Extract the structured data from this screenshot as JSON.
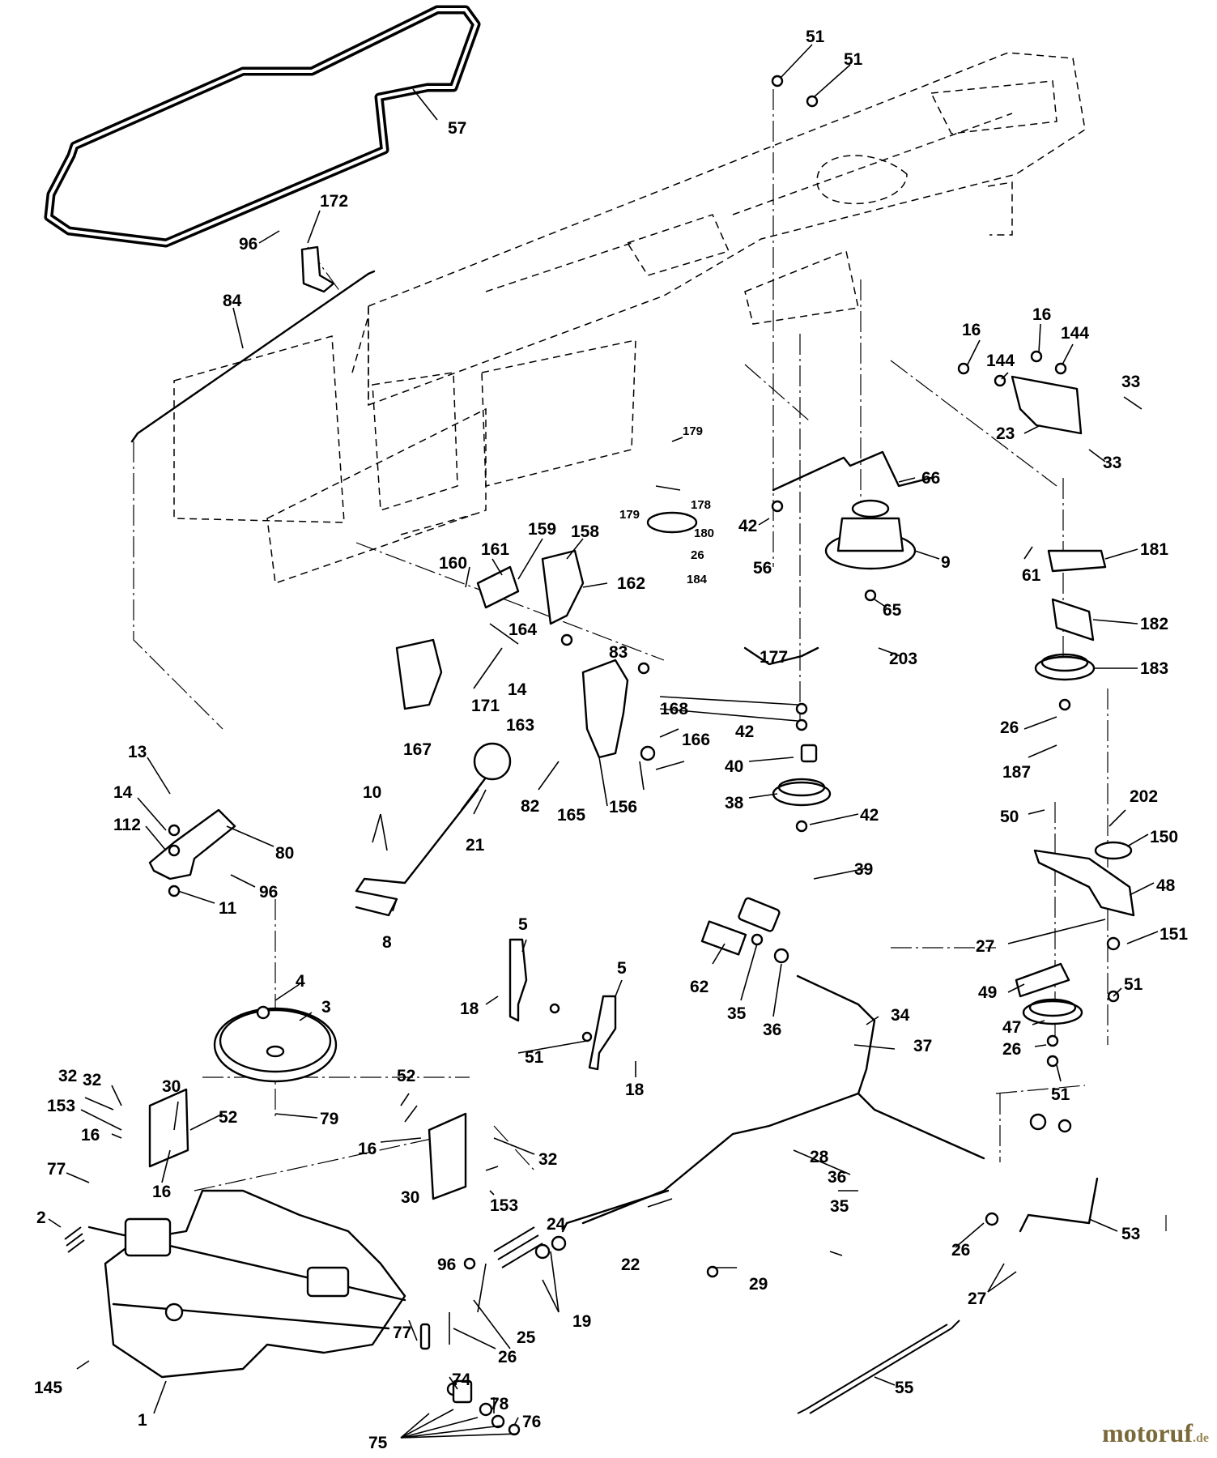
{
  "callouts": [
    "57",
    "51",
    "51",
    "172",
    "96",
    "84",
    "16",
    "16",
    "144",
    "144",
    "33",
    "23",
    "33",
    "179",
    "178",
    "179",
    "180",
    "26",
    "184",
    "66",
    "42",
    "56",
    "9",
    "181",
    "61",
    "159",
    "161",
    "158",
    "160",
    "162",
    "164",
    "14",
    "83",
    "171",
    "163",
    "65",
    "203",
    "182",
    "183",
    "177",
    "42",
    "40",
    "38",
    "42",
    "39",
    "26",
    "187",
    "168",
    "166",
    "167",
    "82",
    "165",
    "156",
    "21",
    "10",
    "8",
    "13",
    "14",
    "112",
    "80",
    "96",
    "11",
    "202",
    "50",
    "150",
    "48",
    "27",
    "151",
    "62",
    "35",
    "36",
    "5",
    "5",
    "18",
    "51",
    "18",
    "49",
    "51",
    "47",
    "26",
    "51",
    "34",
    "37",
    "4",
    "3",
    "79",
    "32",
    "32",
    "30",
    "153",
    "52",
    "16",
    "16",
    "52",
    "77",
    "2",
    "16",
    "30",
    "32",
    "153",
    "28",
    "36",
    "35",
    "24",
    "22",
    "29",
    "53",
    "96",
    "26",
    "25",
    "19",
    "77",
    "145",
    "74",
    "1",
    "78",
    "76",
    "75",
    "26",
    "27",
    "55"
  ],
  "watermark": {
    "brand": "motoruf",
    "tld": ".de"
  }
}
